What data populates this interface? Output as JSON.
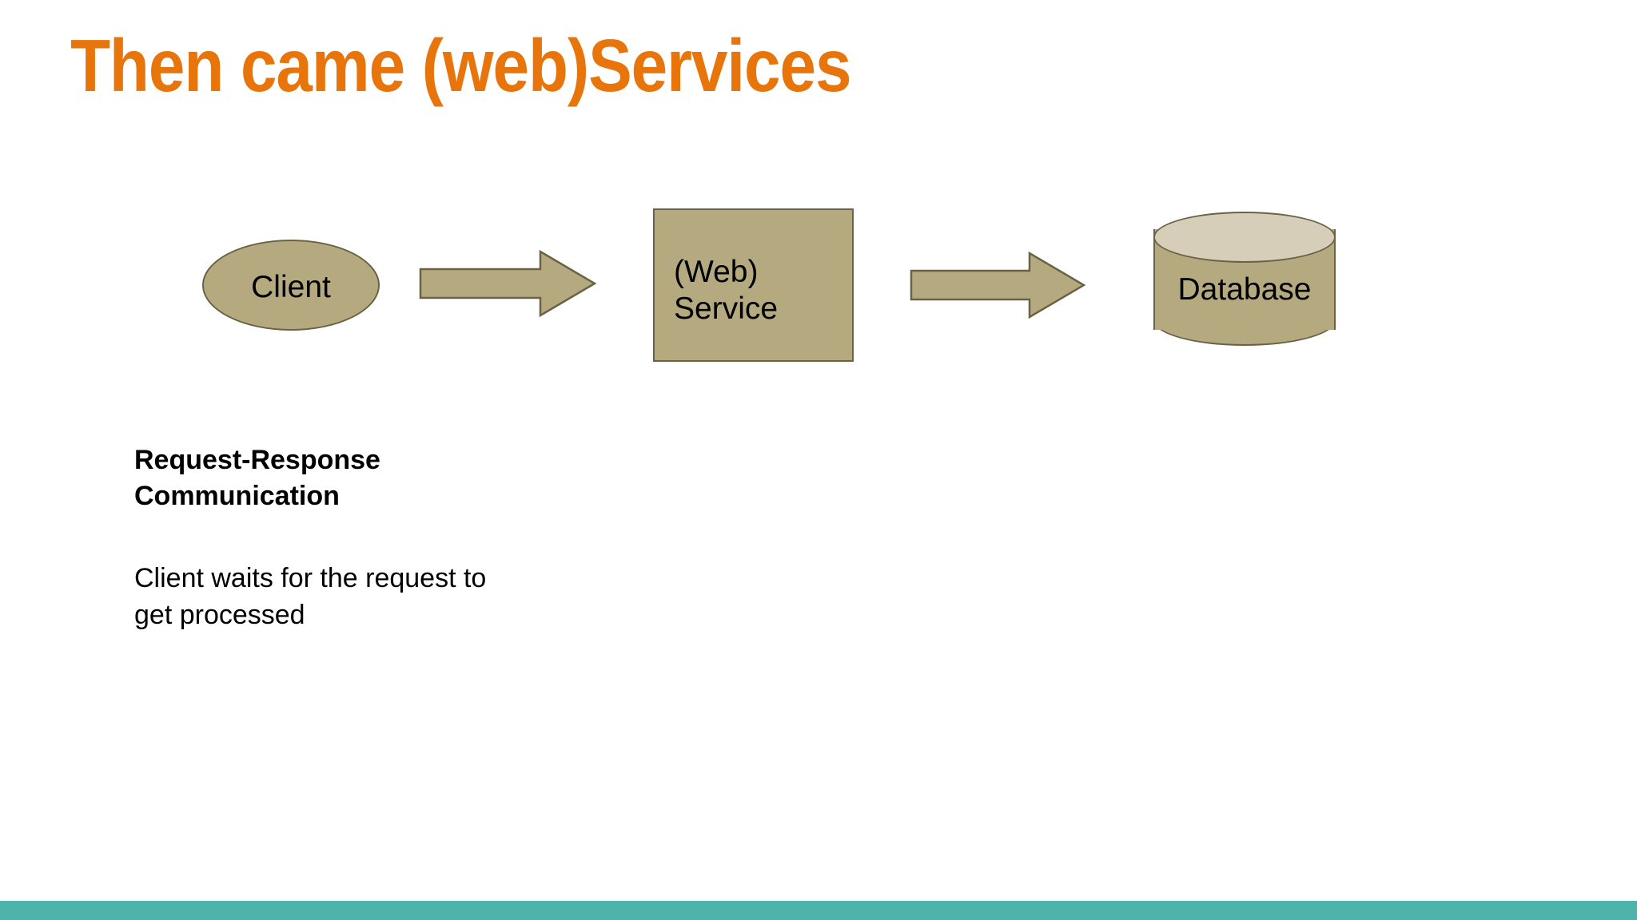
{
  "slide": {
    "title": "Then came (web)Services",
    "background_color": "#FFFFFF",
    "title_color": "#E8740C",
    "accent_color": "#4EB3AB"
  },
  "diagram": {
    "shape_fill": "#B4A97F",
    "shape_stroke": "#6A6245",
    "cylinder_top_fill": "#D6CEB9",
    "nodes": [
      {
        "id": "client",
        "label": "Client",
        "shape": "ellipse"
      },
      {
        "id": "service",
        "label": "(Web)\nService",
        "shape": "rectangle"
      },
      {
        "id": "database",
        "label": "Database",
        "shape": "cylinder"
      }
    ],
    "connectors": [
      {
        "id": "arrow-client-to-service",
        "from": "client",
        "to": "service",
        "direction": "right"
      },
      {
        "id": "arrow-service-to-database",
        "from": "service",
        "to": "database",
        "direction": "right"
      }
    ]
  },
  "body": {
    "heading": "Request-Response\nCommunication",
    "paragraph": "Client waits for the request to\nget processed"
  }
}
